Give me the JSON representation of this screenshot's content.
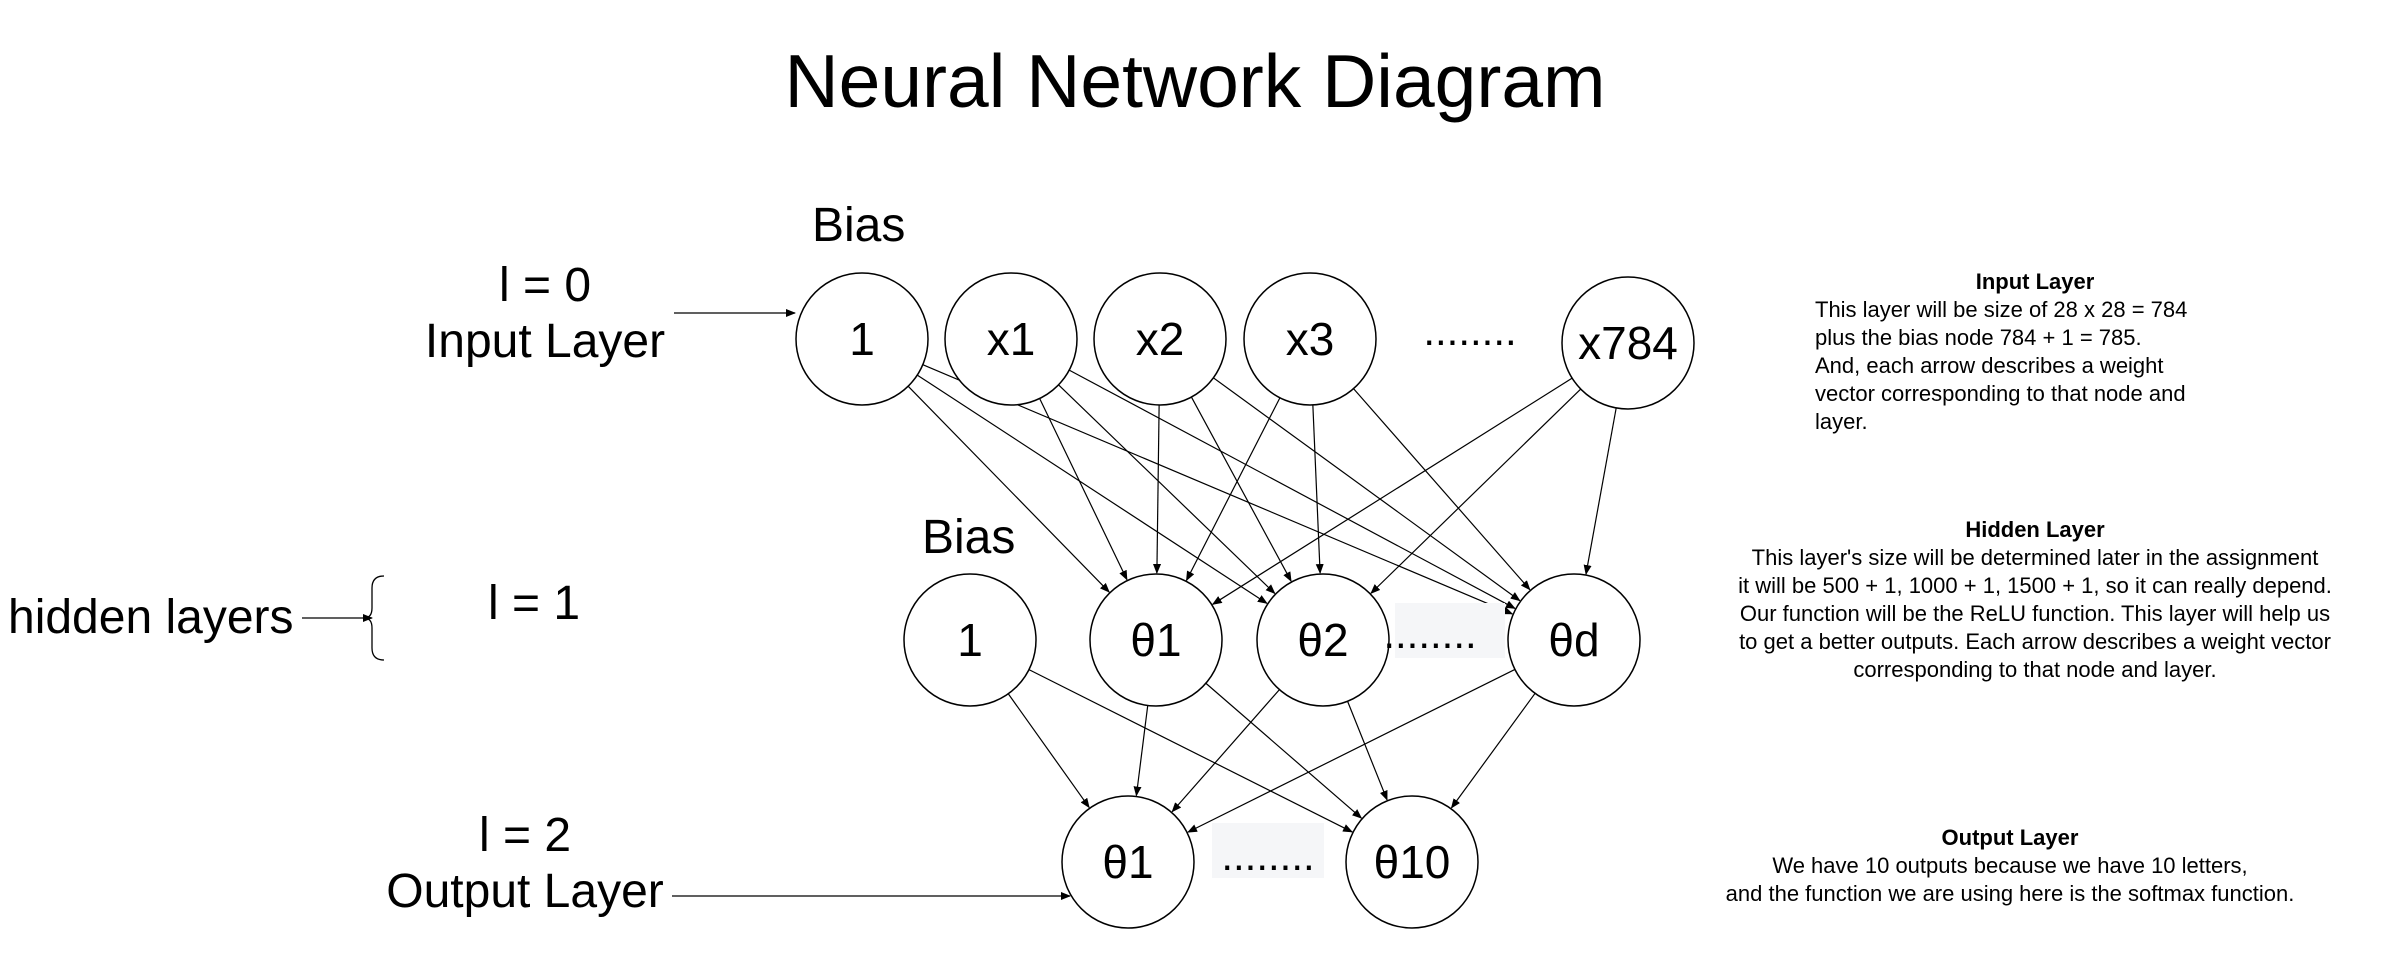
{
  "title": "Neural Network Diagram",
  "layers": {
    "input": {
      "index_label": "l = 0",
      "name": "Input Layer",
      "bias_label": "Bias",
      "nodes": [
        "1",
        "x1",
        "x2",
        "x3",
        "x784"
      ]
    },
    "hidden": {
      "index_label": "l = 1",
      "group_label": "hidden layers",
      "bias_label": "Bias",
      "nodes": [
        "1",
        "θ1",
        "θ2",
        "θd"
      ]
    },
    "output": {
      "index_label": "l = 2",
      "name": "Output Layer",
      "nodes": [
        "θ1",
        "θ10"
      ]
    }
  },
  "ellipsis": "........",
  "notes": {
    "input": {
      "heading": "Input Layer",
      "lines": [
        "This layer will be size of 28 x 28 = 784",
        "plus the bias node 784 + 1 = 785.",
        "And, each arrow describes a weight",
        "vector corresponding to that node and",
        "layer."
      ]
    },
    "hidden": {
      "heading": "Hidden Layer",
      "lines": [
        "This layer's size will be determined later in the assignment",
        "it will be 500 + 1, 1000 + 1, 1500 + 1, so it can really depend.",
        "Our function will be the ReLU function.  This layer will help us",
        "to get a better outputs. Each arrow describes a weight vector",
        "corresponding to that node and layer."
      ]
    },
    "output": {
      "heading": "Output Layer",
      "lines": [
        "We have 10 outputs because we have 10 letters,",
        "and the function we are using here is the softmax function."
      ]
    }
  }
}
